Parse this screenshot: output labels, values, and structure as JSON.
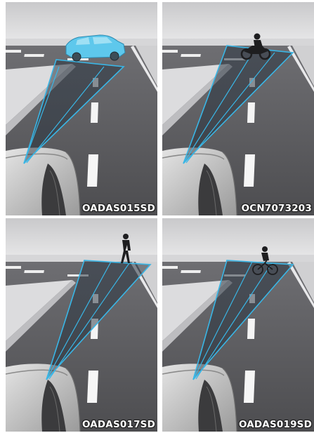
{
  "figures": [
    {
      "code": "OADAS015SD",
      "target": "car-icon"
    },
    {
      "code": "OCN7073203",
      "target": "motorcycle-icon"
    },
    {
      "code": "OADAS017SD",
      "target": "pedestrian-icon"
    },
    {
      "code": "OADAS019SD",
      "target": "bicycle-icon"
    }
  ],
  "colors": {
    "sensor_zone": "#39b6e6",
    "target": "#5ec8ec",
    "road": "#5e5e62",
    "figure_outline": "#1a1a1a"
  }
}
